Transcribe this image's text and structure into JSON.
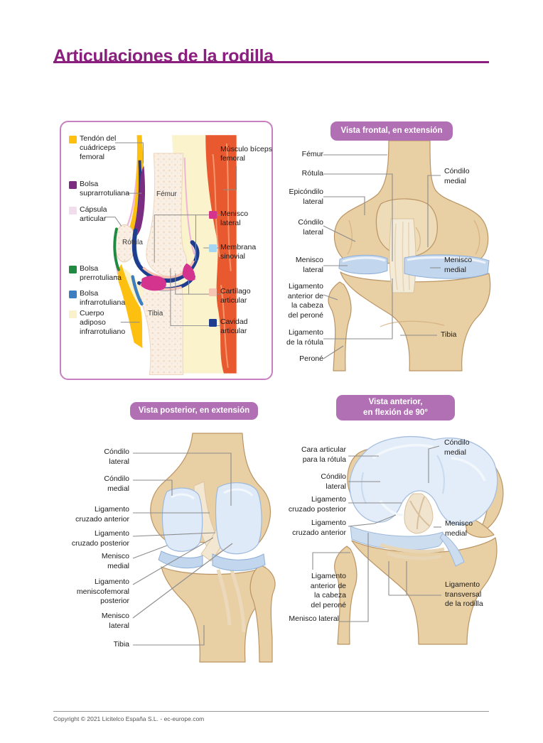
{
  "title": "Articulaciones de la rodilla",
  "footer": {
    "copyright": "Copyright © 2021 Licitelco España S.L. - ec-europe.com"
  },
  "colors": {
    "title_purple": "#8a1f7e",
    "badge_background": "#b170b4",
    "panel_border": "#c77fc0",
    "leader_line": "#8c8c8c",
    "bone": "#e8cfa4",
    "cartilage_blue": "#dfeaf8",
    "meniscus_blue": "#c2d6ee"
  },
  "legend": {
    "left_items": [
      {
        "color": "#fdc010",
        "label": "Tendón del cuádriceps femoral"
      },
      {
        "color": "#7b2d82",
        "label": "Bolsa suprarrotuliana"
      },
      {
        "color": "#f2dded",
        "label": "Cápsula articular"
      },
      {
        "color": "#218a42",
        "label": "Bolsa prerrotuliana"
      },
      {
        "color": "#3d7ec0",
        "label": "Bolsa infrarrotuliana"
      },
      {
        "color": "#faf2cb",
        "label": "Cuerpo adiposo infrarrotuliano"
      }
    ],
    "right_items": [
      {
        "color": "#e9592f",
        "label": "Músculo bíceps femoral"
      },
      {
        "color": "#d4348e",
        "label": "Menisco lateral"
      },
      {
        "color": "#a5d7f2",
        "label": "Membrana sinovial"
      },
      {
        "color": "#f6c4b5",
        "label": "Cartílago articular"
      },
      {
        "color": "#1e3d8f",
        "label": "Cavidad articular"
      }
    ],
    "bones": {
      "femur": "Fémur",
      "rotula": "Rótula",
      "tibia": "Tibia"
    }
  },
  "views": {
    "frontal": {
      "badge": "Vista frontal, en extensión",
      "labels": {
        "femur": "Fémur",
        "rotula": "Rótula",
        "epicondilo_lateral": "Epicóndilo lateral",
        "condilo_lateral": "Cóndilo lateral",
        "menisco_lateral": "Menisco lateral",
        "lig_ant_cabeza_perone": "Ligamento anterior de la cabeza del peroné",
        "lig_rotula": "Ligamento de la rótula",
        "perone": "Peroné",
        "condilo_medial": "Cóndilo medial",
        "menisco_medial": "Menisco medial",
        "tibia": "Tibia"
      }
    },
    "posterior": {
      "badge": "Vista posterior, en extensión",
      "labels": {
        "condilo_lateral": "Cóndilo lateral",
        "condilo_medial": "Cóndilo medial",
        "lig_cruzado_anterior": "Ligamento cruzado anterior",
        "lig_cruzado_posterior": "Ligamento cruzado posterior",
        "menisco_medial": "Menisco medial",
        "lig_meniscofemoral_posterior": "Ligamento meniscofemoral posterior",
        "menisco_lateral": "Menisco lateral",
        "tibia": "Tibia"
      }
    },
    "anterior": {
      "badge_line1": "Vista anterior,",
      "badge_line2": "en flexión de 90°",
      "labels": {
        "cara_articular": "Cara articular para la rótula",
        "condilo_lateral": "Cóndilo lateral",
        "lig_cruzado_posterior": "Ligamento cruzado posterior",
        "lig_cruzado_anterior": "Ligamento cruzado anterior",
        "lig_ant_cabeza_perone": "Ligamento anterior de la cabeza del peroné",
        "menisco_lateral": "Menisco lateral",
        "condilo_medial": "Cóndilo medial",
        "menisco_medial": "Menisco medial",
        "lig_transversal": "Ligamento transversal de la rodilla"
      }
    }
  }
}
